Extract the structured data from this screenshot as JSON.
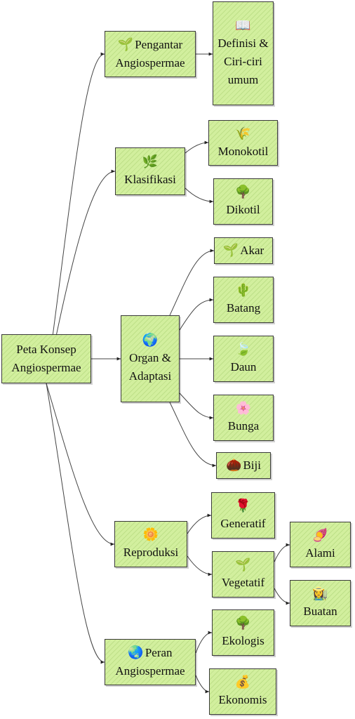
{
  "root": {
    "label": "Peta Konsep Angiospermae"
  },
  "nodes": {
    "pengantar": {
      "icon": "🌱",
      "label": "Pengantar Angiospermae"
    },
    "definisi": {
      "icon": "📖",
      "label": "Definisi & Ciri-ciri umum"
    },
    "klasifikasi": {
      "icon": "🌿",
      "label": "Klasifikasi"
    },
    "monokotil": {
      "icon": "🌾",
      "label": "Monokotil"
    },
    "dikotil": {
      "icon": "🌳",
      "label": "Dikotil"
    },
    "organ": {
      "icon": "🌍",
      "label": "Organ & Adaptasi"
    },
    "akar": {
      "icon": "🌱",
      "label": "Akar"
    },
    "batang": {
      "icon": "🌵",
      "label": "Batang"
    },
    "daun": {
      "icon": "🍃",
      "label": "Daun"
    },
    "bunga": {
      "icon": "🌸",
      "label": "Bunga"
    },
    "biji": {
      "icon": "🌰",
      "label": "Biji"
    },
    "reproduksi": {
      "icon": "🌼",
      "label": "Reproduksi"
    },
    "generatif": {
      "icon": "🌹",
      "label": "Generatif"
    },
    "vegetatif": {
      "icon": "🌱",
      "label": "Vegetatif"
    },
    "alami": {
      "icon": "🍠",
      "label": "Alami"
    },
    "buatan": {
      "icon": "👩‍🌾",
      "label": "Buatan"
    },
    "peran": {
      "icon": "🌏",
      "label": "Peran Angiospermae"
    },
    "ekologis": {
      "icon": "🌳",
      "label": "Ekologis"
    },
    "ekonomis": {
      "icon": "💰",
      "label": "Ekonomis"
    }
  }
}
